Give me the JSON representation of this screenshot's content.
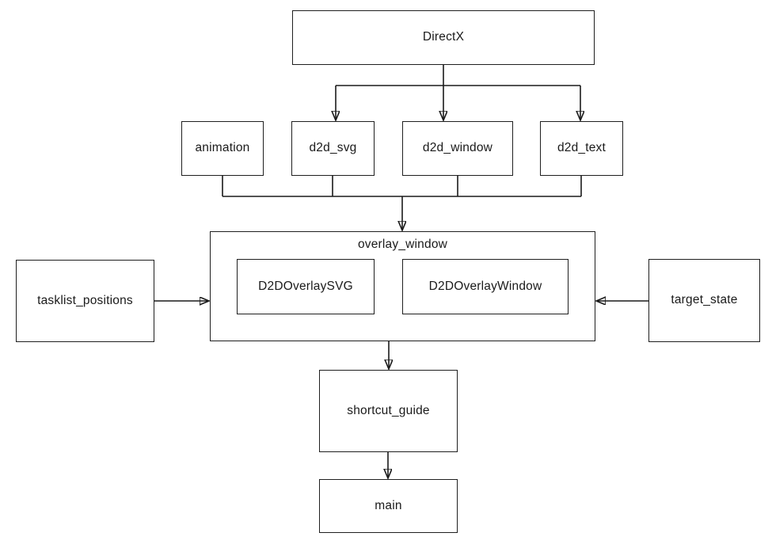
{
  "diagram": {
    "type": "flowchart",
    "background_color": "#ffffff",
    "line_color": "#1a1a1a",
    "box_fill": "#ffffff",
    "nodes": {
      "directx": {
        "label": "DirectX"
      },
      "animation": {
        "label": "animation"
      },
      "d2d_svg": {
        "label": "d2d_svg"
      },
      "d2d_window": {
        "label": "d2d_window"
      },
      "d2d_text": {
        "label": "d2d_text"
      },
      "overlay_window": {
        "label": "overlay_window",
        "children": [
          "D2DOverlaySVG",
          "D2DOverlayWindow"
        ]
      },
      "d2d_overlay_svg": {
        "label": "D2DOverlaySVG"
      },
      "d2d_overlay_window": {
        "label": "D2DOverlayWindow"
      },
      "tasklist_positions": {
        "label": "tasklist_positions"
      },
      "target_state": {
        "label": "target_state"
      },
      "shortcut_guide": {
        "label": "shortcut_guide"
      },
      "main": {
        "label": "main"
      }
    },
    "edges": [
      {
        "from": "DirectX",
        "to": "d2d_svg",
        "arrow": true
      },
      {
        "from": "DirectX",
        "to": "d2d_window",
        "arrow": true
      },
      {
        "from": "DirectX",
        "to": "d2d_text",
        "arrow": true
      },
      {
        "from": "animation",
        "to": "overlay_window",
        "arrow": true
      },
      {
        "from": "d2d_svg",
        "to": "overlay_window",
        "arrow": true
      },
      {
        "from": "d2d_window",
        "to": "overlay_window",
        "arrow": true
      },
      {
        "from": "d2d_text",
        "to": "overlay_window",
        "arrow": true
      },
      {
        "from": "tasklist_positions",
        "to": "overlay_window",
        "arrow": true
      },
      {
        "from": "target_state",
        "to": "overlay_window",
        "arrow": true
      },
      {
        "from": "overlay_window",
        "to": "shortcut_guide",
        "arrow": true
      },
      {
        "from": "shortcut_guide",
        "to": "main",
        "arrow": true
      }
    ]
  }
}
